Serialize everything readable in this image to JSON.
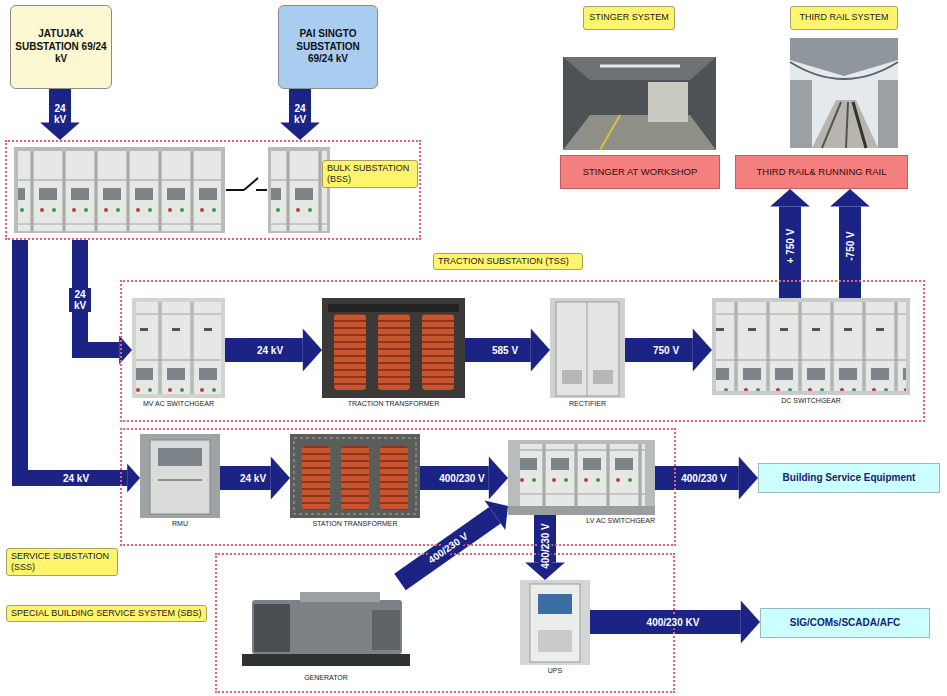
{
  "diagram": {
    "nodes": [
      {
        "text": [
          "JATUJAK SUBSTATION 69/24 kV"
        ]
      },
      {
        "text": [
          "PAI SINGTO SUBSTATION 69/24 kV"
        ]
      },
      {
        "text": [
          "STINGER SYSTEM"
        ]
      },
      {
        "text": [
          "THIRD RAIL SYSTEM"
        ]
      },
      {
        "text": [
          "BULK SUBSTATION (BSS)"
        ]
      },
      {
        "text": [
          "STINGER AT WORKSHOP"
        ]
      },
      {
        "text": [
          "THIRD RAIL& RUNNING RAIL"
        ]
      },
      {
        "text": [
          "TRACTION SUBSTATION (TSS)"
        ]
      },
      {
        "text": [
          "MV AC SWITCHGEAR"
        ],
        "in": 7
      },
      {
        "text": [
          "TRACTION TRANSFORMER"
        ],
        "in": 7
      },
      {
        "text": [
          "RECTIFIER"
        ],
        "in": 7
      },
      {
        "text": [
          "DC SWITCHGEAR"
        ],
        "in": 7
      },
      {
        "text": [
          "SERVICE SUBSTATION (SSS)"
        ]
      },
      {
        "text": [
          "RMU"
        ],
        "in": 12
      },
      {
        "text": [
          "STATION TRANSFORMER"
        ],
        "in": 12
      },
      {
        "text": [
          "LV AC SWITCHGEAR"
        ],
        "in": 12
      },
      {
        "text": [
          "Building Service Equipment"
        ]
      },
      {
        "text": [
          "SPECIAL BUILDING SERVICE SYSTEM (SBS)"
        ]
      },
      {
        "text": [
          "GENERATOR"
        ],
        "in": 17
      },
      {
        "text": [
          "UPS"
        ],
        "in": 17
      },
      {
        "text": [
          "SIG/COMs/SCADA/AFC"
        ]
      }
    ],
    "edges": [
      {
        "from": 0,
        "to": 4,
        "label": "24 kV",
        "arrow": "to"
      },
      {
        "from": 1,
        "to": 4,
        "label": "24 kV",
        "arrow": "to"
      },
      {
        "from": 4,
        "to": 8,
        "label": "24 kV",
        "arrow": "to"
      },
      {
        "from": 4,
        "to": 13,
        "label": "24 kV",
        "arrow": "to"
      },
      {
        "from": 8,
        "to": 9,
        "label": "24 kV",
        "arrow": "to"
      },
      {
        "from": 9,
        "to": 10,
        "label": "585 V",
        "arrow": "to"
      },
      {
        "from": 10,
        "to": 11,
        "label": "750 V",
        "arrow": "to"
      },
      {
        "from": 11,
        "to": 6,
        "label": "+ 750 V",
        "arrow": "to"
      },
      {
        "from": 11,
        "to": 6,
        "label": "-750 V",
        "arrow": "to"
      },
      {
        "from": 13,
        "to": 14,
        "label": "24 kV",
        "arrow": "to"
      },
      {
        "from": 14,
        "to": 15,
        "label": "400/230 V",
        "arrow": "to"
      },
      {
        "from": 15,
        "to": 16,
        "label": "400/230 V",
        "arrow": "to"
      },
      {
        "from": 18,
        "to": 15,
        "label": "400/230 V",
        "arrow": "to"
      },
      {
        "from": 15,
        "to": 19,
        "label": "400/230 V",
        "arrow": "to"
      },
      {
        "from": 19,
        "to": 20,
        "label": "400/230 KV",
        "arrow": "to"
      }
    ]
  }
}
